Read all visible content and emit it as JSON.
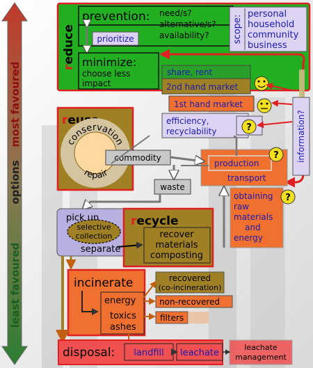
{
  "axis": {
    "top": "most favoured",
    "middle": "options",
    "bottom": "least favoured"
  },
  "reduce": {
    "title_first": "r",
    "title_rest": "educe",
    "prevention": "prevention:",
    "questions": [
      "need/s?",
      "alternative/s?",
      "availability?"
    ],
    "prioritize": "prioritize",
    "scope_label": "scope:",
    "scope_items": [
      "personal",
      "household",
      "community",
      "business"
    ],
    "minimize": "minimize:",
    "minimize_desc": [
      "choose less",
      "impact"
    ]
  },
  "reuse": {
    "title_first": "r",
    "title_rest": "euse",
    "ring_top": "conservation",
    "ring_bottom": "repair"
  },
  "market": {
    "share": "share, rent",
    "second_hand": "2nd hand market",
    "first_hand": "1st hand market",
    "efficiency": [
      "efficiency,",
      "recyclability"
    ],
    "information": "information?"
  },
  "flow": {
    "commodity": "commodity",
    "waste": "waste",
    "production": "production",
    "transport": "transport",
    "obtaining": [
      "obtaining",
      "raw",
      "materials",
      "and",
      "energy"
    ]
  },
  "recycle": {
    "pickup": "pick up",
    "selective": [
      "selective",
      "collection"
    ],
    "separate": "separate",
    "title_first": "r",
    "title_rest": "ecycle",
    "desc": [
      "recover",
      "materials",
      "composting"
    ]
  },
  "incinerate": {
    "title": "incinerate",
    "energy": "energy",
    "toxics": "toxics",
    "ashes": "ashes",
    "recovered": "recovered",
    "coinc": "(co-incineration)",
    "non_recovered": "non-recovered",
    "filters": "filters"
  },
  "disposal": {
    "title": "disposal:",
    "landfill": "landfill",
    "leachate": "leachate",
    "management": [
      "leachate",
      "management"
    ]
  },
  "marks": {
    "question": "?"
  }
}
